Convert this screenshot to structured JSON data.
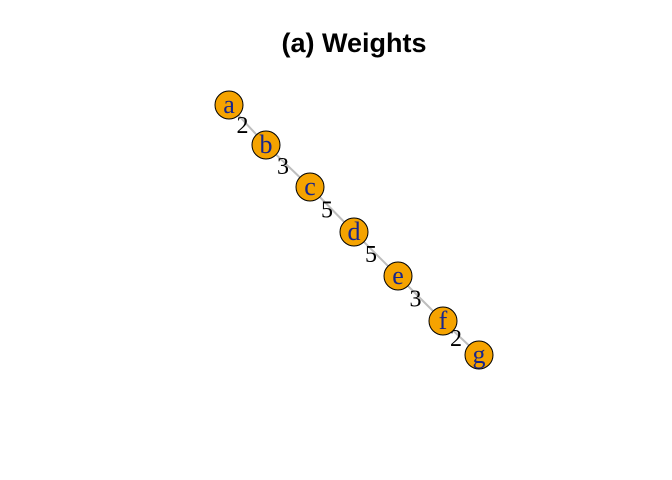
{
  "title": "(a) Weights",
  "colors": {
    "node_fill": "#F5A300",
    "node_label": "#17258C",
    "edge": "#BEBEBE"
  },
  "graph": {
    "type": "path",
    "nodes": [
      {
        "id": "a",
        "label": "a"
      },
      {
        "id": "b",
        "label": "b"
      },
      {
        "id": "c",
        "label": "c"
      },
      {
        "id": "d",
        "label": "d"
      },
      {
        "id": "e",
        "label": "e"
      },
      {
        "id": "f",
        "label": "f"
      },
      {
        "id": "g",
        "label": "g"
      }
    ],
    "edges": [
      {
        "source": "a",
        "target": "b",
        "weight": "2"
      },
      {
        "source": "b",
        "target": "c",
        "weight": "3"
      },
      {
        "source": "c",
        "target": "d",
        "weight": "5"
      },
      {
        "source": "d",
        "target": "e",
        "weight": "5"
      },
      {
        "source": "e",
        "target": "f",
        "weight": "3"
      },
      {
        "source": "f",
        "target": "g",
        "weight": "2"
      }
    ]
  }
}
